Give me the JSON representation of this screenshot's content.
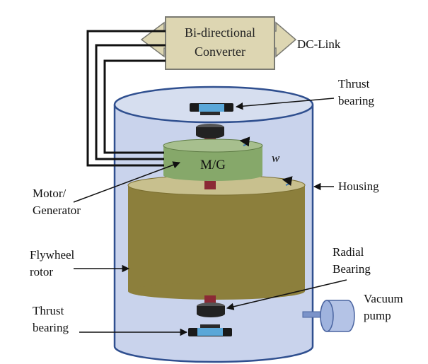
{
  "converter": {
    "line1": "Bi-directional",
    "line2": "Converter"
  },
  "dc_link": "DC-Link",
  "motor_label": "M/G",
  "omega": "w",
  "labels": {
    "thrust_top_1": "Thrust",
    "thrust_top_2": "bearing",
    "housing": "Housing",
    "motor_1": "Motor/",
    "motor_2": "Generator",
    "flywheel_1": "Flywheel",
    "flywheel_2": "rotor",
    "radial_1": "Radial",
    "radial_2": "Bearing",
    "vacuum_1": "Vacuum",
    "vacuum_2": "pump",
    "thrust_bottom_1": "Thrust",
    "thrust_bottom_2": "bearing"
  },
  "colors": {
    "housing_fill": "#c9d3ec",
    "housing_stroke": "#2f4f8f",
    "rotor_fill": "#8c7f3c",
    "rotor_top": "#c8c08e",
    "motor_fill": "#86a86a",
    "shaft": "#8b2a35",
    "converter_fill": "#ddd6b2",
    "bearing_blue": "#5aa7d8"
  }
}
